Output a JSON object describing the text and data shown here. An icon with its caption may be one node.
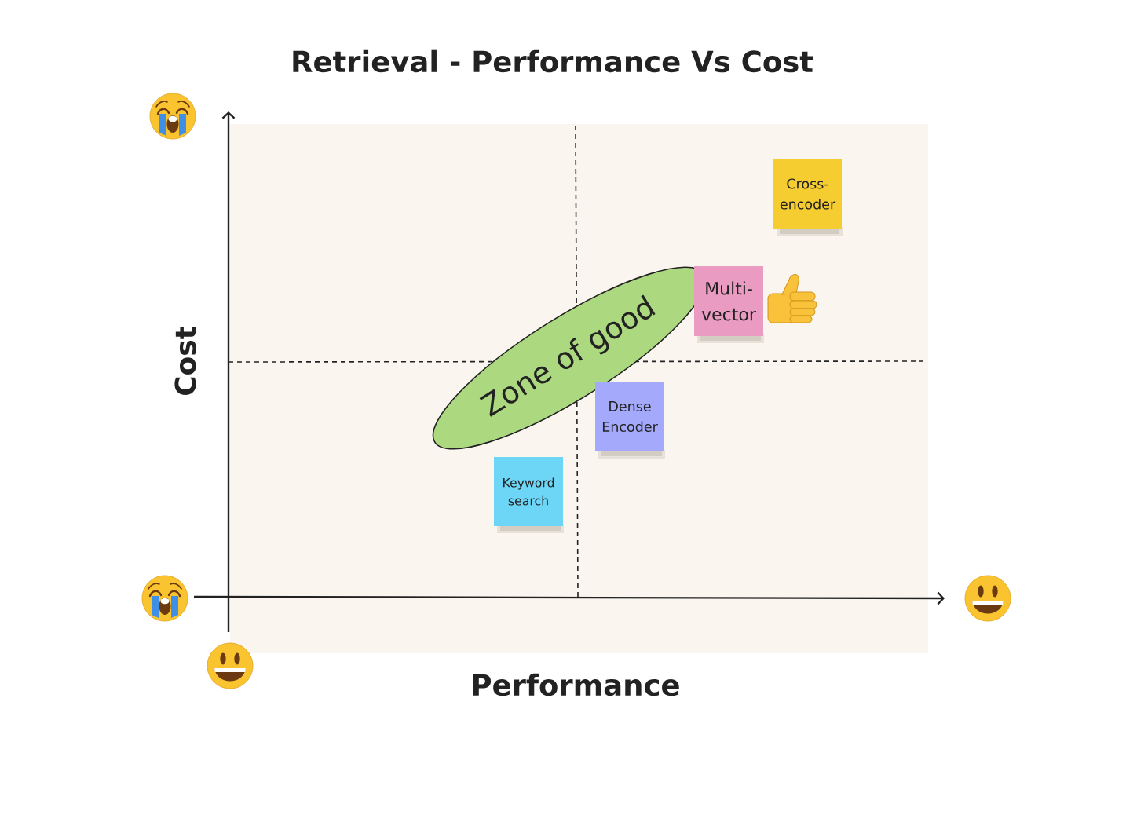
{
  "diagram": {
    "title": "Retrieval - Performance Vs Cost",
    "nodes": [
      {
        "text": [
          "Cross- encoder"
        ]
      },
      {
        "text": [
          "Multi- vector"
        ]
      },
      {
        "text": [
          "Zone of good"
        ]
      },
      {
        "text": [
          "Dense Encoder"
        ]
      },
      {
        "text": [
          "Keyword search"
        ]
      }
    ],
    "labels": [
      "Cost",
      "Performance"
    ]
  }
}
